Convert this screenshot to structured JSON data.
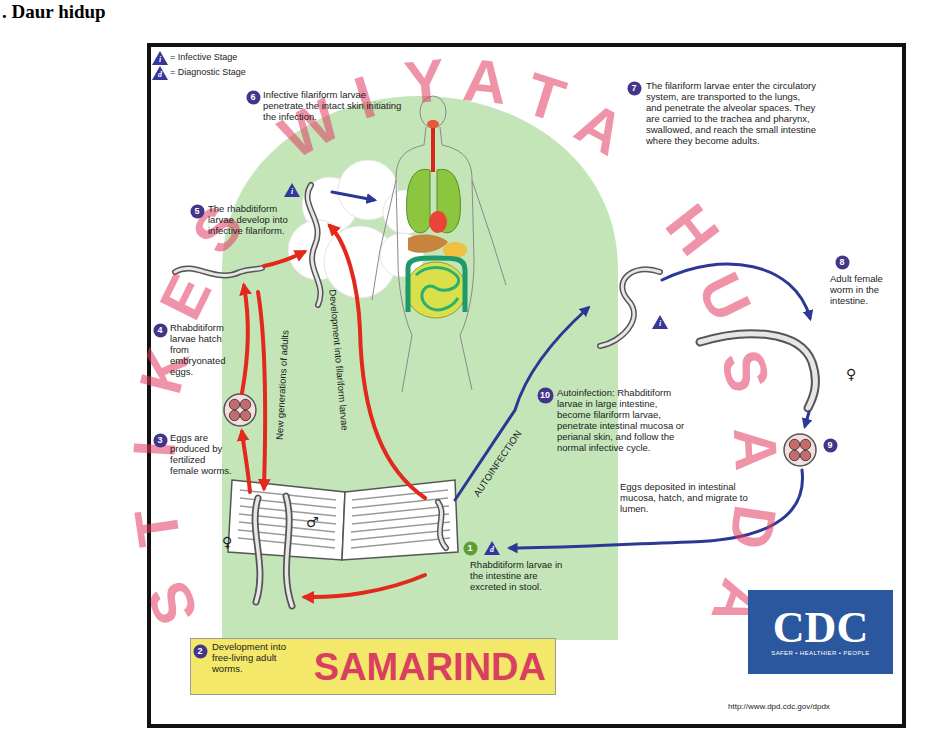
{
  "diagram": {
    "title": ". Daur hidup",
    "nodes": [
      {
        "text": [
          "i"
        ]
      },
      {
        "text": [
          "d"
        ]
      },
      {
        "text": [
          "6"
        ]
      },
      {
        "text": [
          "7"
        ]
      },
      {
        "text": [
          "5"
        ]
      },
      {
        "text": [
          "i"
        ]
      },
      {
        "text": [
          "i"
        ]
      },
      {
        "text": [
          "8"
        ]
      },
      {
        "text": [
          "4"
        ]
      },
      {
        "text": [
          "10"
        ]
      },
      {
        "text": [
          "3"
        ]
      },
      {
        "text": [
          "9"
        ]
      },
      {
        "text": [
          "1"
        ]
      },
      {
        "text": [
          "d"
        ]
      },
      {
        "text": [
          "SAMARINDA"
        ]
      },
      {
        "text": [
          "2"
        ]
      },
      {
        "text": [
          "CDC",
          "SAFER • HEALTHIER • PEOPLE"
        ]
      }
    ],
    "labels": [
      "Infective filariform larvae penetrate the intact skin initiating the infection.",
      "The filariform larvae enter the circulatory system, are transported to the lungs, and penetrate the alveolar spaces. They are carried to the trachea and pharynx, swallowed, and reach the small intestine where they become adults.",
      "The rhabditiform larvae develop into infective filariform.",
      "Adult female worm in the intestine.",
      "Rhabditiform larvae hatch from embryonated eggs.",
      "Autoinfection: Rhabditiform larvae in large intestine, become filariform larvae, penetrate intestinal mucosa or perianal skin, and follow the normal infective cycle.",
      "New generations of adults",
      "Development into filariform larvae",
      "AUTOINFECTION",
      "Eggs are produced by fertilized female worms.",
      "♀",
      "Eggs deposited in intestinal mucosa, hatch, and migrate to lumen.",
      "♀",
      "♂",
      "Rhabditiform larvae in the intestine are excreted in stool.",
      "Development into free-living adult worms.",
      "http://www.dpd.cdc.gov/dpdx",
      "S",
      "T",
      "I",
      "K",
      "E",
      "S",
      "W",
      "I",
      "Y",
      "A",
      "T",
      "A",
      "H",
      "U",
      "S",
      "A",
      "D",
      "A"
    ],
    "legend": [
      {
        "text": "= Infective Stage"
      },
      {
        "text": "= Diagnostic Stage"
      }
    ]
  }
}
